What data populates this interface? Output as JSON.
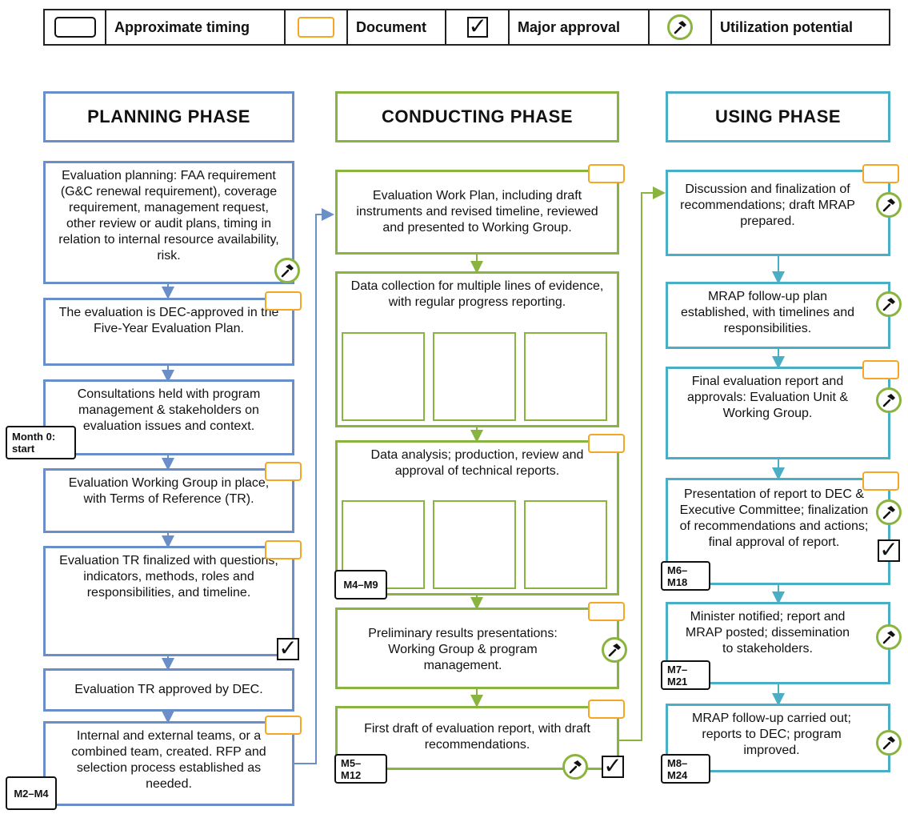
{
  "legend": {
    "approx_timing": "Approximate timing",
    "document": "Document",
    "major_approval": "Major approval",
    "utilization": "Utilization potential"
  },
  "phases": {
    "planning": "PLANNING PHASE",
    "conducting": "CONDUCTING PHASE",
    "using": "USING PHASE"
  },
  "planning": [
    "Evaluation planning: FAA requirement (G&C renewal requirement), coverage requirement, management request, other review or audit plans, timing in relation to internal resource availability, risk.",
    "The evaluation is DEC-approved in the Five-Year Evaluation Plan.",
    "Consultations held with program management & stakeholders on evaluation issues and context.",
    "Evaluation Working Group in place, with Terms of Reference (TR).",
    "Evaluation TR finalized with questions, indicators, methods, roles and responsibilities, and timeline.",
    "Evaluation TR approved by DEC.",
    "Internal and external teams, or a combined team, created. RFP and selection process established as needed."
  ],
  "conducting": [
    "Evaluation Work Plan, including draft instruments and revised timeline, reviewed and presented to Working Group.",
    "Data collection for multiple lines of evidence, with regular progress reporting.",
    "Data analysis; production, review and approval of technical reports.",
    "Preliminary results presentations: Working Group & program management.",
    "First draft of evaluation report, with draft recommendations."
  ],
  "using": [
    "Discussion and finalization of recommendations; draft MRAP prepared.",
    "MRAP follow-up plan established, with timelines and responsibilities.",
    "Final evaluation report and approvals: Evaluation Unit & Working Group.",
    "Presentation of report to DEC & Executive Committee; finalization of recommendations and actions; final approval of report.",
    "Minister notified; report and MRAP posted; dissemination to stakeholders.",
    "MRAP follow-up carried out; reports to DEC; program improved."
  ],
  "timings": {
    "month0": "Month 0: start",
    "m2m4": "M2–M4",
    "m4m9": "M4–M9",
    "m5m12": "M5–M12",
    "m6m18": "M6–M18",
    "m7m21": "M7–M21",
    "m8m24": "M8–M24"
  },
  "colors": {
    "planning": "#6a8fc8",
    "conducting": "#8ab440",
    "using": "#4aafc4",
    "document": "#f5a623"
  }
}
